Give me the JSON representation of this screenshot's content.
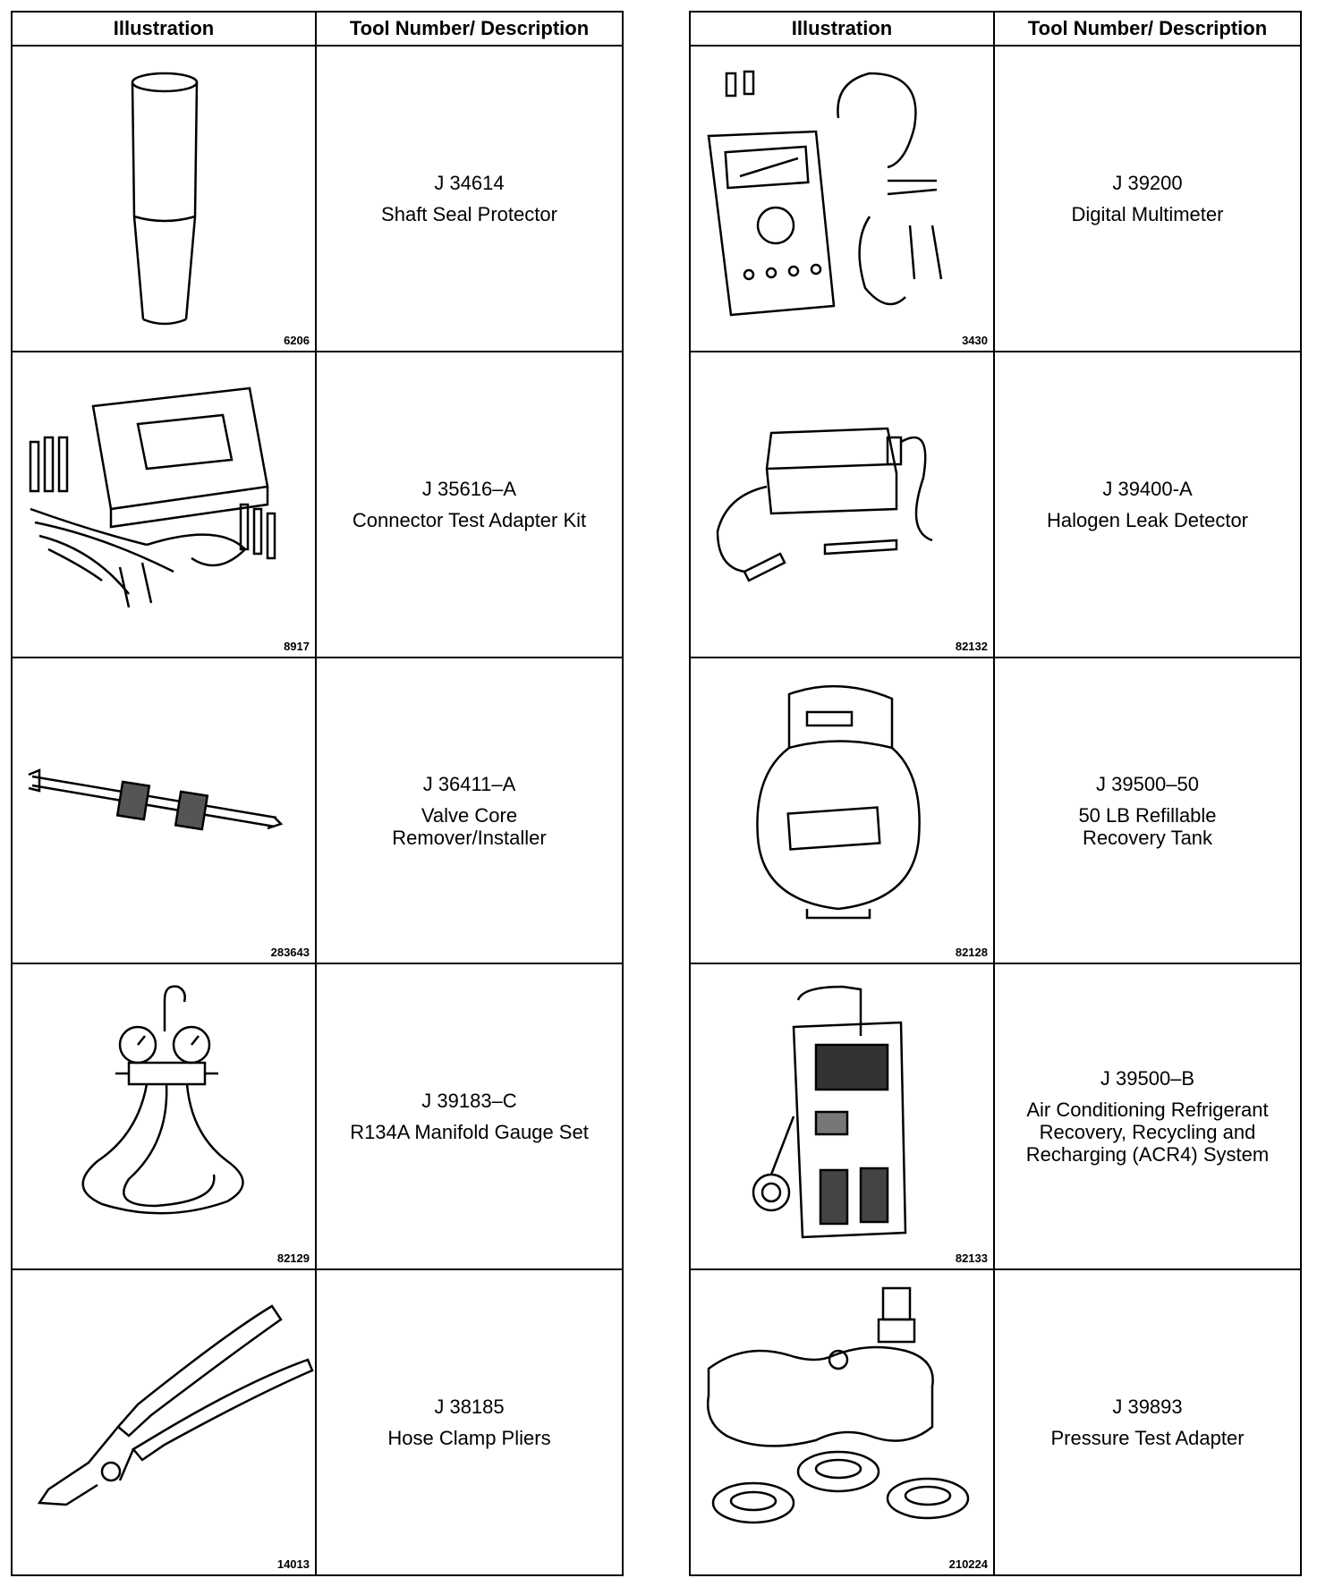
{
  "headers": {
    "illustration": "Illustration",
    "tool": "Tool Number/ Description"
  },
  "left_rows": [
    {
      "figure_id": "6206",
      "number": "J 34614",
      "name": "Shaft Seal Protector",
      "icon": "shaft-seal-protector-icon"
    },
    {
      "figure_id": "8917",
      "number": "J 35616–A",
      "name": "Connector Test Adapter Kit",
      "icon": "connector-test-adapter-kit-icon"
    },
    {
      "figure_id": "283643",
      "number": "J 36411–A",
      "name": "Valve Core\nRemover/Installer",
      "icon": "valve-core-tool-icon"
    },
    {
      "figure_id": "82129",
      "number": "J 39183–C",
      "name": "R134A Manifold Gauge Set",
      "icon": "manifold-gauge-set-icon"
    },
    {
      "figure_id": "14013",
      "number": "J 38185",
      "name": "Hose Clamp Pliers",
      "icon": "hose-clamp-pliers-icon"
    }
  ],
  "right_rows": [
    {
      "figure_id": "3430",
      "number": "J 39200",
      "name": "Digital Multimeter",
      "icon": "digital-multimeter-icon"
    },
    {
      "figure_id": "82132",
      "number": "J 39400-A",
      "name": "Halogen Leak Detector",
      "icon": "halogen-leak-detector-icon"
    },
    {
      "figure_id": "82128",
      "number": "J 39500–50",
      "name": "50 LB Refillable\nRecovery Tank",
      "icon": "recovery-tank-icon"
    },
    {
      "figure_id": "82133",
      "number": "J 39500–B",
      "name": "Air Conditioning Refrigerant\nRecovery, Recycling and\nRecharging (ACR4) System",
      "icon": "acr4-system-icon"
    },
    {
      "figure_id": "210224",
      "number": "J 39893",
      "name": "Pressure Test Adapter",
      "icon": "pressure-test-adapter-icon"
    }
  ]
}
